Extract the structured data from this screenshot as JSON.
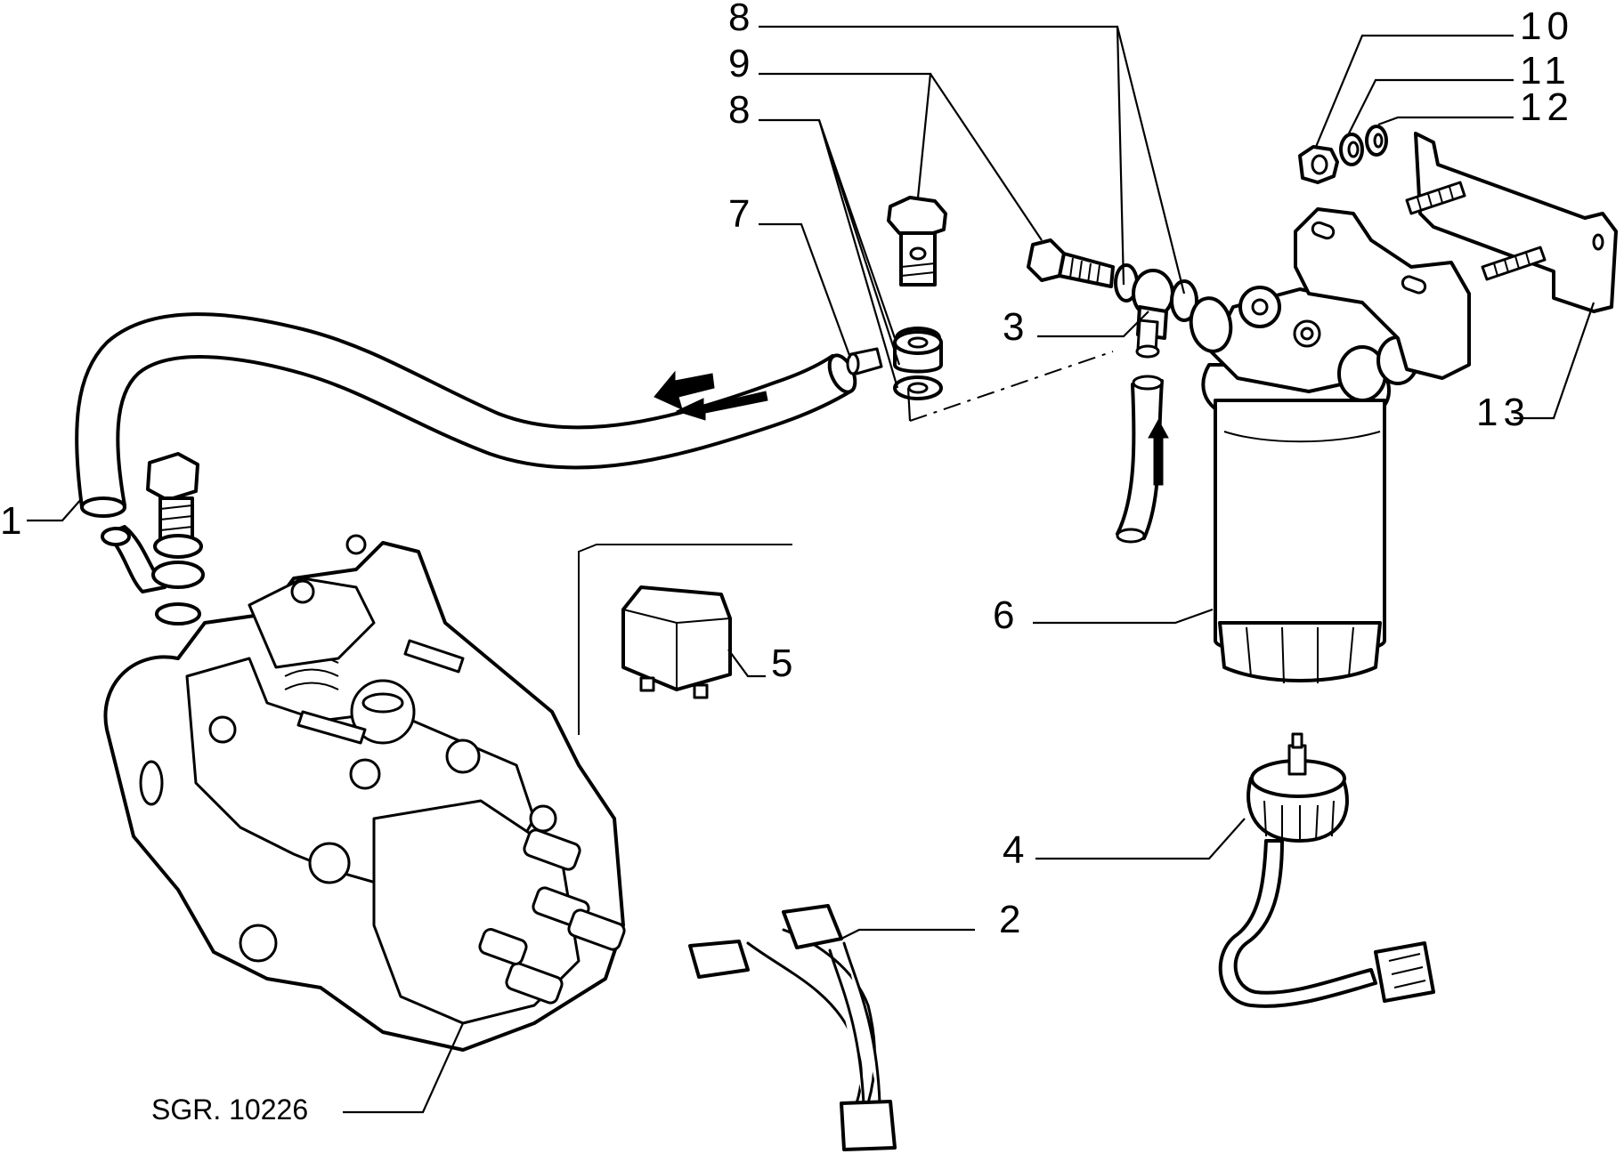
{
  "drawing_reference": "SGR. 10226",
  "callouts": [
    {
      "id": "1",
      "label": "1"
    },
    {
      "id": "2",
      "label": "2"
    },
    {
      "id": "3",
      "label": "3"
    },
    {
      "id": "4",
      "label": "4"
    },
    {
      "id": "5",
      "label": "5"
    },
    {
      "id": "6",
      "label": "6"
    },
    {
      "id": "7",
      "label": "7"
    },
    {
      "id": "8a",
      "label": "8"
    },
    {
      "id": "8b",
      "label": "8"
    },
    {
      "id": "9",
      "label": "9"
    },
    {
      "id": "10",
      "label": "10"
    },
    {
      "id": "11",
      "label": "11"
    },
    {
      "id": "12",
      "label": "12"
    },
    {
      "id": "13",
      "label": "13"
    }
  ],
  "colors": {
    "line": "#000000",
    "background": "#ffffff"
  }
}
